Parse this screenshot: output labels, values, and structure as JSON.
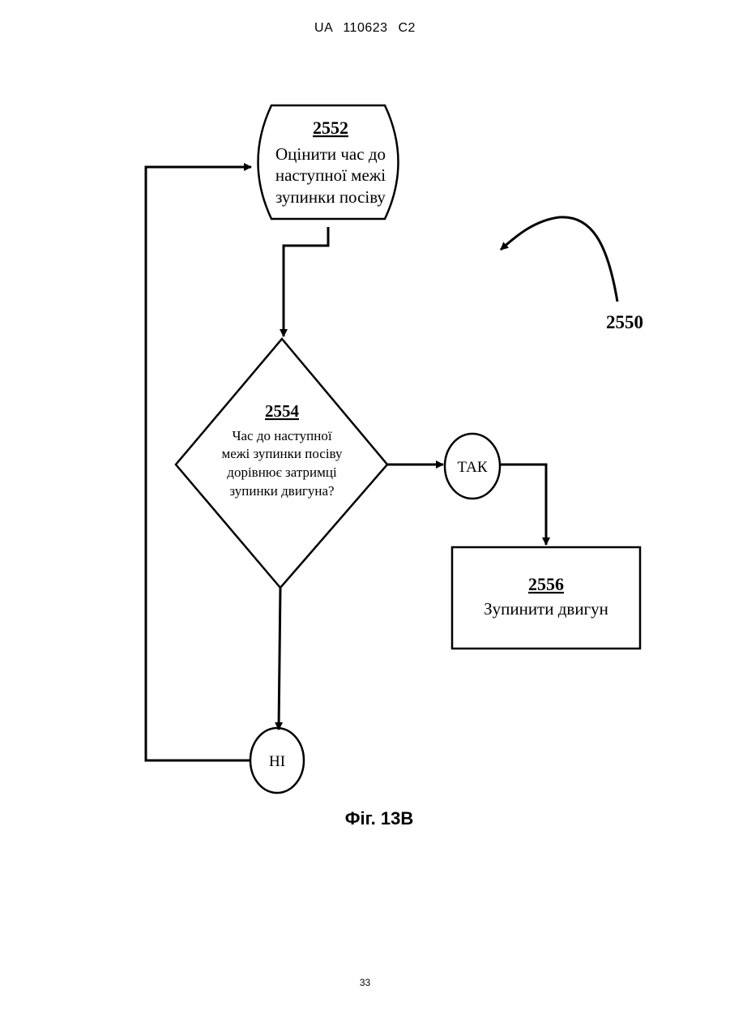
{
  "header": {
    "patent_id": "UA   110623   C2"
  },
  "diagram": {
    "reference": "2550",
    "node_2552": {
      "number": "2552",
      "lines": [
        "Оцінити час до",
        "наступної межі",
        "зупинки посіву"
      ]
    },
    "node_2554": {
      "number": "2554",
      "lines": [
        "Час до наступної",
        "межі зупинки посіву",
        "дорівнює затримці",
        "зупинки двигуна?"
      ]
    },
    "yes_label": "ТАК",
    "no_label": "НІ",
    "node_2556": {
      "number": "2556",
      "lines": [
        "Зупинити двигун"
      ]
    },
    "caption": "Фіг. 13В"
  },
  "footer": {
    "page_number": "33"
  }
}
